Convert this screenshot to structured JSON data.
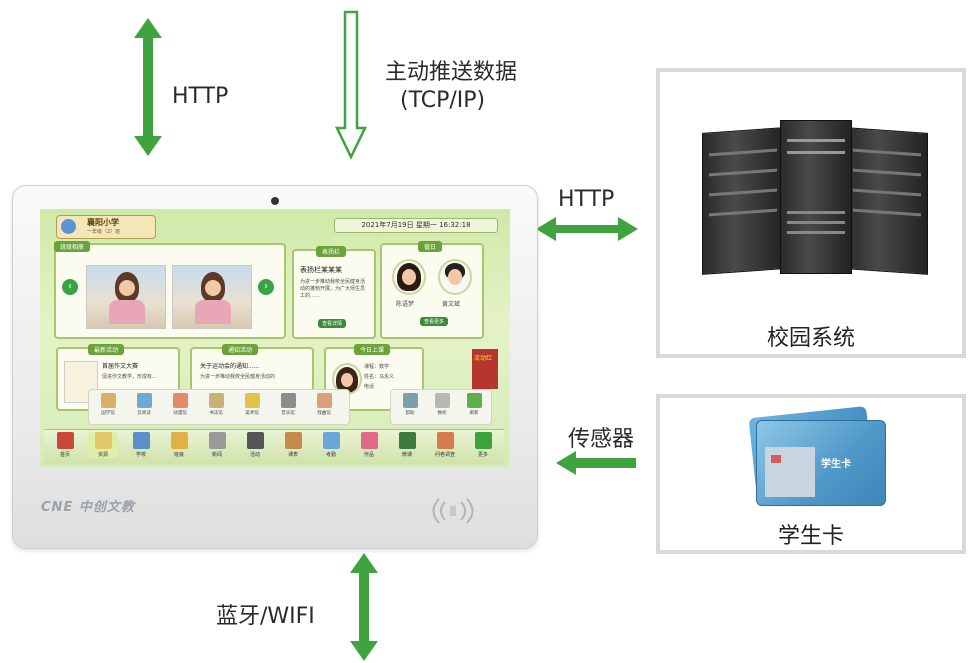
{
  "labels": {
    "top_left_protocol": "HTTP",
    "top_push_line1": "主动推送数据",
    "top_push_line2": "(TCP/IP)",
    "side_protocol": "HTTP",
    "sensor": "传感器",
    "bottom": "蓝牙/WIFI"
  },
  "campus_box": {
    "title": "校园系统"
  },
  "card_box": {
    "title": "学生卡",
    "card_text": "学生卡"
  },
  "device": {
    "brand": "CNE 中创文教",
    "screen": {
      "school_name": "襄阳小学",
      "class_name": "一年级（2）班",
      "datetime": "2021年7月19日    星期一    16:32:18",
      "panels": {
        "class_album": "班级相册",
        "commend": {
          "header": "表扬栏",
          "title": "表扬栏某某某",
          "body": "为进一步推动我校全民健身活动的蓬勃开展，为广大师生员工的……",
          "button": "查看详情"
        },
        "duty": {
          "header": "值日",
          "student1": "陈语梦",
          "student2": "黄文斌",
          "button": "查看更多"
        },
        "news": {
          "header": "最新活动",
          "title": "首届作文大赛",
          "body": "促进作文教学，形成有..."
        },
        "notice": {
          "header": "通知活动",
          "title": "关于运动会的通知......",
          "body": "为进一步推动我校全民健身活动的"
        },
        "course": {
          "header": "今日上课",
          "course_line": "课程：数学",
          "name_line": "姓名：马永义",
          "phone_line": "电话"
        },
        "banner": "流动红"
      },
      "submenu": [
        {
          "label": "国学馆",
          "color": "#d9b067"
        },
        {
          "label": "云阅读",
          "color": "#6fa7d8"
        },
        {
          "label": "动漫馆",
          "color": "#e48a6a"
        },
        {
          "label": "书法馆",
          "color": "#c9b27a"
        },
        {
          "label": "美术馆",
          "color": "#e0c149"
        },
        {
          "label": "音乐馆",
          "color": "#8c8c8c"
        },
        {
          "label": "戏曲馆",
          "color": "#d9a07a"
        }
      ],
      "submenu_right": [
        {
          "label": "帮助",
          "color": "#7f9fa8"
        },
        {
          "label": "换校",
          "color": "#b7b7b7"
        },
        {
          "label": "刷新",
          "color": "#5fae4c"
        }
      ],
      "dock": [
        {
          "label": "首页",
          "color": "#c9483b"
        },
        {
          "label": "资源",
          "color": "#e2c76c"
        },
        {
          "label": "学校",
          "color": "#5b8fc9"
        },
        {
          "label": "班级",
          "color": "#e3b048"
        },
        {
          "label": "新闻",
          "color": "#9a9a9a"
        },
        {
          "label": "活动",
          "color": "#555555"
        },
        {
          "label": "课表",
          "color": "#c68a4a"
        },
        {
          "label": "考勤",
          "color": "#6aa7d8"
        },
        {
          "label": "作品",
          "color": "#e06a86"
        },
        {
          "label": "微课",
          "color": "#3d7a3d"
        },
        {
          "label": "问卷调查",
          "color": "#d97a4e"
        },
        {
          "label": "更多",
          "color": "#3aa33a"
        }
      ]
    }
  },
  "colors": {
    "arrow_green": "#3fa43f",
    "box_border": "#d9d9d9"
  }
}
